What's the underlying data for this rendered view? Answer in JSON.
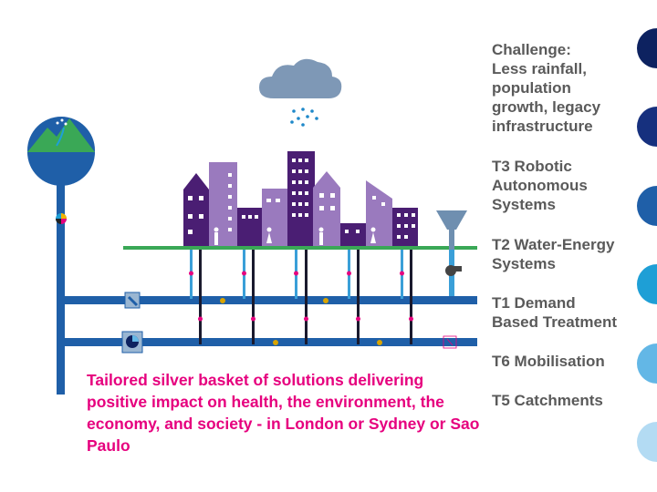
{
  "legend": {
    "challenge": "Challenge:\nLess rainfall,\npopulation\ngrowth, legacy\ninfrastructure",
    "t3": "T3 Robotic\nAutonomous\nSystems",
    "t2": "T2 Water-Energy\nSystems",
    "t1": "T1 Demand\nBased Treatment",
    "t6": "T6 Mobilisation",
    "t5": "T5 Catchments"
  },
  "caption": "Tailored silver basket of solutions delivering positive impact on health, the environment, the economy, and society - in London or Sydney or Sao Paulo",
  "icons": {
    "cloud": "rain-cloud-icon",
    "globe": "landscape-globe-icon",
    "funnel": "water-intake-funnel-icon",
    "pump": "pump-icon",
    "sensor": "sensor-icon"
  },
  "colors": {
    "pipe": "#1f5fa8",
    "ground": "#3aa856",
    "building_dark": "#4a1e73",
    "building_mid": "#6b3a99",
    "building_light": "#9a7abe",
    "caption": "#e6007e",
    "legend_text": "#5a5a5a",
    "cloud": "#7e98b6",
    "rain": "#1e88c9",
    "dots": [
      "#0d2260",
      "#16307e",
      "#1f5fa8",
      "#1e9fd6",
      "#63b7e6",
      "#b3dbf3"
    ]
  }
}
